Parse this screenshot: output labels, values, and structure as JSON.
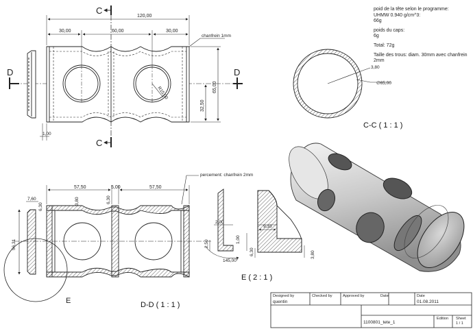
{
  "notes": {
    "line1": "poid de la tête selon le programme:",
    "line2": "UHMW 0.940 g/cm^3:",
    "line3": "66g",
    "line4": "poids du caps:",
    "line5": "6g",
    "line6": "Total: 72g",
    "line7": "Taille des trous: diam. 30mm avec chanfrein 2mm"
  },
  "top_view": {
    "section_mark": "C",
    "side_mark": "D",
    "dim_total": "120,00",
    "dim_left": "30,00",
    "dim_mid": "60,00",
    "dim_right": "30,00",
    "chamfer_note": "chanfrein 1mm",
    "radius": "R15,00",
    "height_outer": "65,00",
    "height_half": "32,50",
    "wall": "1,00"
  },
  "section_cc": {
    "wall": "3,80",
    "diameter": "∅65,00",
    "label": "C-C ( 1 : 1 )"
  },
  "section_dd": {
    "label": "D-D ( 1 : 1 )",
    "drill_note": "percement: chanfrein 2mm",
    "dim_left": "57,50",
    "dim_mid": "5,00",
    "dim_right": "57,50",
    "dim_760": "7,60",
    "dim_630a": "6,30",
    "dim_380": "3,80",
    "dim_630b": "6,30",
    "dim_5631": "56,31",
    "detail_mark": "E"
  },
  "detail_e": {
    "label": "E ( 2 : 1 )",
    "d200": "2,00",
    "d250": "2,50",
    "d100": "1,00",
    "angle": "145,00°",
    "d933": "9,33",
    "d630": "6,30",
    "d380": "3,80"
  },
  "title_block": {
    "designed_by_label": "Designed by",
    "designed_by": "quentin",
    "checked_by_label": "Checked by",
    "approved_by_label": "Approved by",
    "date_label": "Date",
    "date_label2": "Date",
    "date": "01.08.2011",
    "part_name": "1100801_tete_1",
    "edition_label": "Edition",
    "sheet_label": "Sheet",
    "sheet": "1 / 1"
  }
}
